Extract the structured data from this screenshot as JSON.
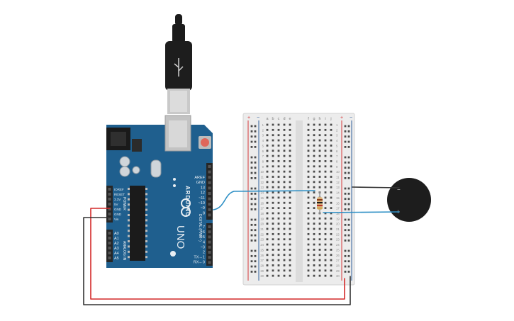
{
  "colors": {
    "board": "#1f5f8e",
    "board_dark": "#184d75",
    "header": "#2b2b2b",
    "breadboard": "#ececec",
    "rail_red": "#d6383a",
    "rail_blue": "#2f5f9c",
    "wire_signal": "#2d8fc5",
    "wire_red": "#d42a2a",
    "wire_black": "#333333",
    "buzzer": "#1d1d1d",
    "cable": "#1b1b1b",
    "reset_button": "#e0665a"
  },
  "arduino": {
    "brand": "ARDUINO",
    "model": "UNO",
    "power_labels": [
      "IOREF",
      "RESET",
      "3.3V",
      "5V",
      "GND",
      "GND",
      "Vin"
    ],
    "power_title": "POWER",
    "analog_labels": [
      "A0",
      "A1",
      "A2",
      "A3",
      "A4",
      "A5"
    ],
    "analog_title": "ANALOG IN",
    "top_pin_labels": [
      "AREF",
      "GND",
      "13",
      "12",
      "~11",
      "~10",
      "~9",
      "8"
    ],
    "bottom_pin_labels": [
      "7",
      "~6",
      "~5",
      "4",
      "~3",
      "2",
      "TX→1",
      "RX←0"
    ],
    "digital_title": "DIGITAL (PWM~)"
  },
  "breadboard": {
    "column_letters_left": [
      "a",
      "b",
      "c",
      "d",
      "e"
    ],
    "column_letters_right": [
      "f",
      "g",
      "h",
      "i",
      "j"
    ],
    "row_numbers": [
      "1",
      "2",
      "3",
      "4",
      "5",
      "6",
      "7",
      "8",
      "9",
      "10",
      "11",
      "12",
      "13",
      "14",
      "15",
      "16",
      "17",
      "18",
      "19",
      "20",
      "21",
      "22",
      "23",
      "24",
      "25",
      "26",
      "27",
      "28",
      "29",
      "30"
    ],
    "rail_plus": "+",
    "rail_minus": "−"
  },
  "buzzer": {
    "minus_label": "−",
    "plus_label": "+"
  }
}
